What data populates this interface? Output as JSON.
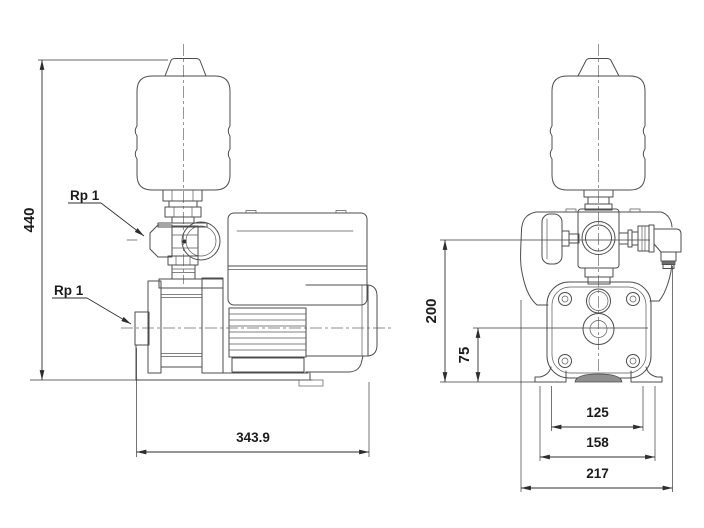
{
  "drawing": {
    "type": "pump-dimensional-drawing",
    "views": {
      "left": "side-view",
      "right": "front-view"
    },
    "dimensions": {
      "overall_height": "440",
      "overall_length": "343.9",
      "discharge_height": "200",
      "shaft_height": "75",
      "foot_hole_spacing": "125",
      "foot_width": "158",
      "overall_width": "217",
      "discharge_port_label": "Rp 1",
      "suction_port_label": "Rp 1"
    }
  }
}
